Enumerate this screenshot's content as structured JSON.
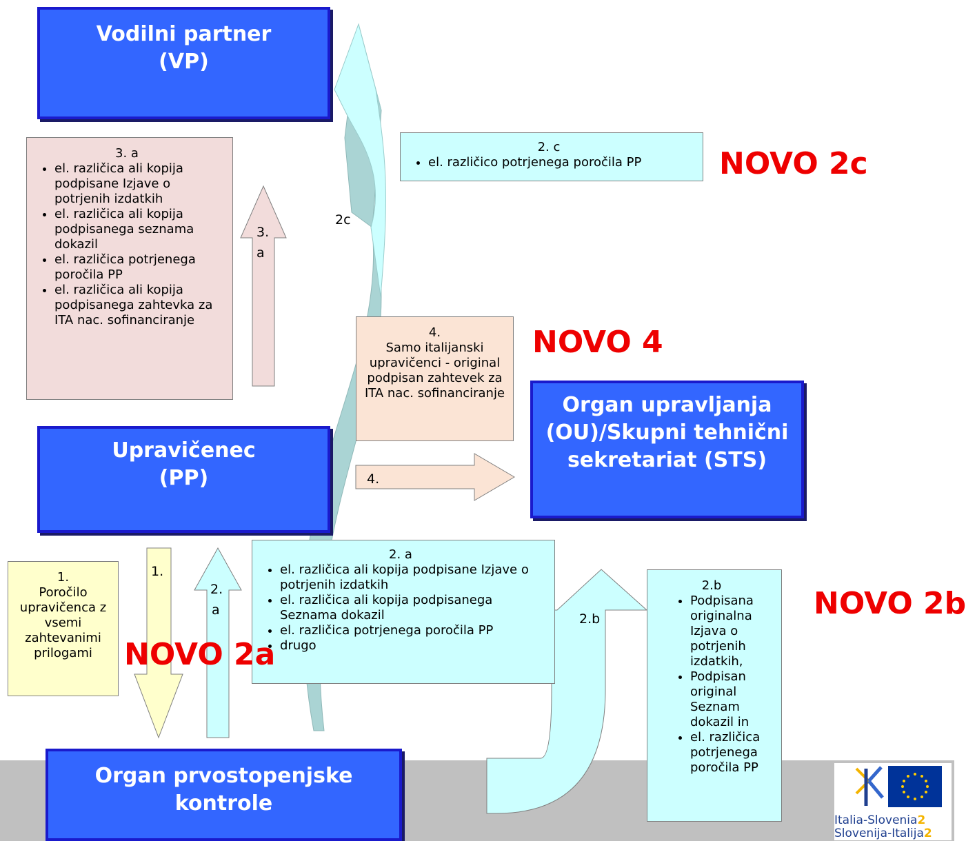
{
  "boxes": {
    "vodilni": {
      "line1": "Vodilni partner",
      "line2": "(VP)"
    },
    "upravicenec": {
      "line1": "Upravičenec",
      "line2": "(PP)"
    },
    "organ_upravljanja": {
      "line1": "Organ upravljanja",
      "line2": "(OU)/Skupni tehnični",
      "line3": "sekretariat (STS)"
    },
    "organ_prvostopenjske": {
      "line1": "Organ prvostopenjske",
      "line2": "kontrole"
    }
  },
  "notes": {
    "n3a": {
      "heading": "3. a",
      "items": [
        "el. različica ali kopija podpisane Izjave o potrjenih izdatkih",
        "el. različica ali kopija podpisanega seznama dokazil",
        "el. različica potrjenega poročila PP",
        "el. različica ali kopija podpisanega zahtevka za ITA nac. sofinanciranje"
      ]
    },
    "n2c": {
      "heading": "2. c",
      "items": [
        "el. različico potrjenega poročila PP"
      ]
    },
    "n4": {
      "heading": "4.",
      "text": "Samo italijanski upravičenci - original podpisan zahtevek za ITA nac. sofinanciranje"
    },
    "n2a": {
      "heading": "2. a",
      "items": [
        "el. različica ali kopija podpisane Izjave o potrjenih izdatkih",
        "el. različica ali kopija podpisanega Seznama dokazil",
        "el. različica potrjenega poročila PP",
        "drugo"
      ]
    },
    "n2b": {
      "heading": "2.b",
      "items": [
        "Podpisana originalna Izjava o potrjenih izdatkih,",
        "Podpisan original Seznam dokazil in",
        "el. različica potrjenega poročila PP"
      ]
    },
    "n1": {
      "heading": "1.",
      "text": "Poročilo upravičenca z vsemi zahtevanimi prilogami"
    }
  },
  "novo": {
    "n2c": "NOVO 2c",
    "n4": "NOVO 4",
    "n2b": "NOVO 2b",
    "n2a": "NOVO 2a"
  },
  "arrow_labels": {
    "a2c": "2c",
    "a3a_1": "3.",
    "a3a_2": "a",
    "a4": "4.",
    "a1": "1.",
    "a2a_1": "2.",
    "a2a_2": "a",
    "a2b": "2.b"
  },
  "logo": {
    "line1": "Italia-Slovenia",
    "line2": "Slovenija-Italija",
    "digit1": "2",
    "digit2": "2"
  },
  "colors": {
    "org_box": "#3366ff",
    "novo": "#ee0000",
    "cyan": "#ccffff",
    "pink": "#f2dcdb",
    "peach": "#fbe4d5",
    "yellow": "#ffffcc",
    "footer": "#c0c0c0"
  }
}
